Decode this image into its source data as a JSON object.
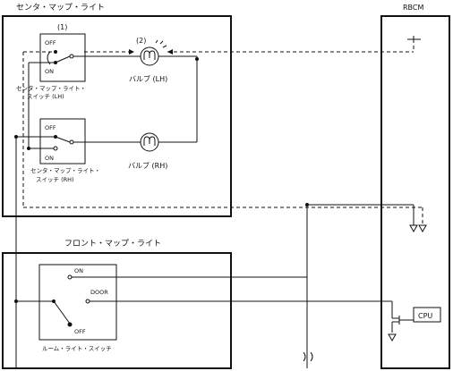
{
  "labels": {
    "center_map_light": "センタ・マップ・ライト",
    "rbcm": "RBCM",
    "callout_1": "(1)",
    "callout_2": "(2)",
    "switch_lh_off": "OFF",
    "switch_lh_on": "ON",
    "switch_lh_name_1": "センタ・マップ・ライト・",
    "switch_lh_name_2": "スイッチ (LH)",
    "bulb_lh": "バルブ (LH)",
    "switch_rh_off": "OFF",
    "switch_rh_on": "ON",
    "switch_rh_name_1": "センタ・マップ・ライト・",
    "switch_rh_name_2": "スイッチ (RH)",
    "bulb_rh": "バルブ (RH)",
    "front_map_light": "フロント・マップ・ライト",
    "room_on": "ON",
    "room_door": "DOOR",
    "room_off": "OFF",
    "room_switch_name": "ルーム・ライト・スイッチ",
    "cpu": "CPU"
  }
}
